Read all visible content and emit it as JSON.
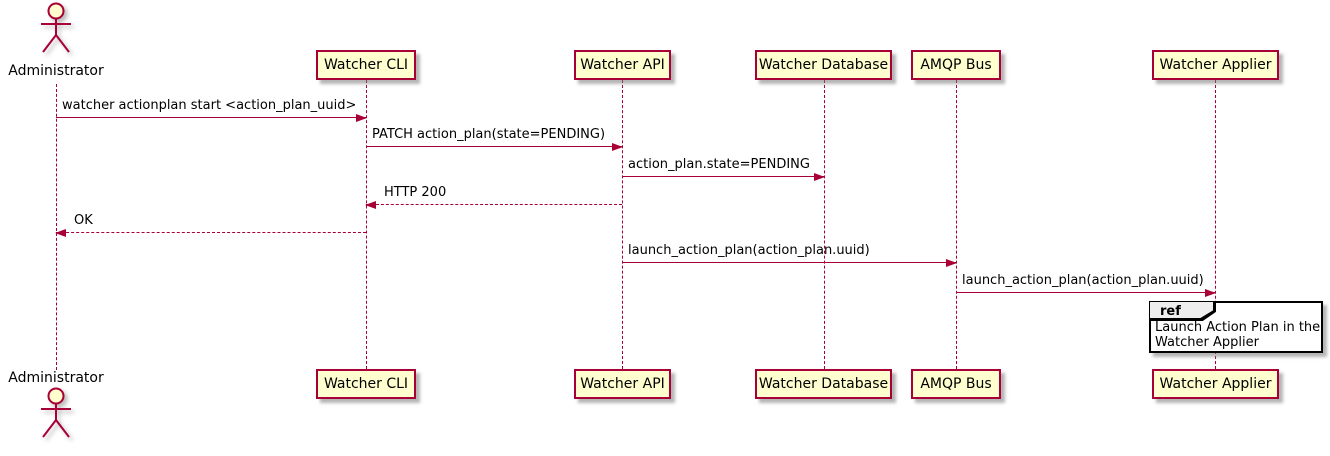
{
  "actor": {
    "label": "Administrator"
  },
  "participants": [
    {
      "label": "Watcher CLI"
    },
    {
      "label": "Watcher API"
    },
    {
      "label": "Watcher Database"
    },
    {
      "label": "AMQP Bus"
    },
    {
      "label": "Watcher Applier"
    }
  ],
  "messages": [
    {
      "label": "watcher actionplan start <action_plan_uuid>",
      "from": "Administrator",
      "to": "Watcher CLI",
      "style": "solid"
    },
    {
      "label": "PATCH action_plan(state=PENDING)",
      "from": "Watcher CLI",
      "to": "Watcher API",
      "style": "solid"
    },
    {
      "label": "action_plan.state=PENDING",
      "from": "Watcher API",
      "to": "Watcher Database",
      "style": "solid"
    },
    {
      "label": "HTTP 200",
      "from": "Watcher API",
      "to": "Watcher CLI",
      "style": "dashed"
    },
    {
      "label": "OK",
      "from": "Watcher CLI",
      "to": "Administrator",
      "style": "dashed"
    },
    {
      "label": "launch_action_plan(action_plan.uuid)",
      "from": "Watcher API",
      "to": "AMQP Bus",
      "style": "solid"
    },
    {
      "label": "launch_action_plan(action_plan.uuid)",
      "from": "AMQP Bus",
      "to": "Watcher Applier",
      "style": "solid"
    }
  ],
  "ref": {
    "keyword": "ref",
    "line1": "Launch Action Plan in the",
    "line2": "Watcher Applier"
  },
  "colors": {
    "accent": "#A80036",
    "participant_fill": "#FEFECE",
    "ref_header_fill": "#EEEEEE",
    "ref_border": "#000000",
    "background": "#FFFFFF"
  }
}
